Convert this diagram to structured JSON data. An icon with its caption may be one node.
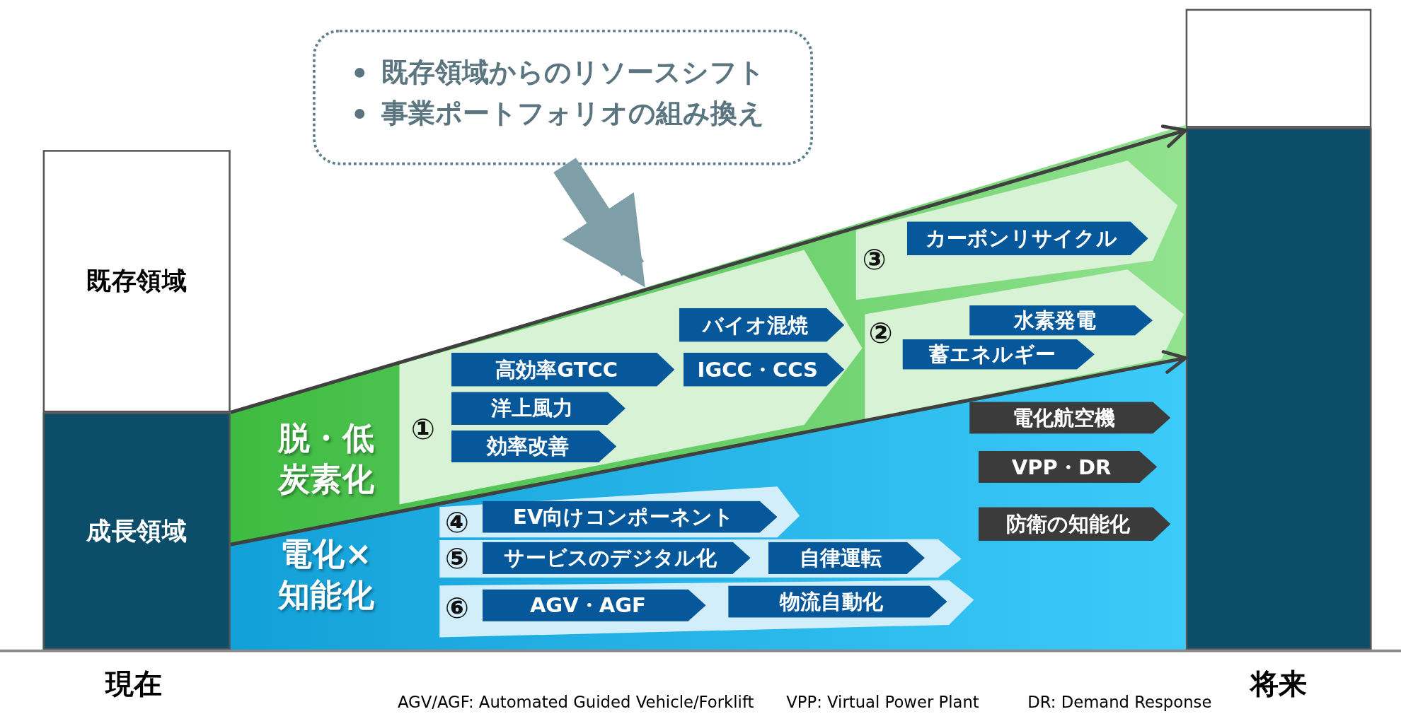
{
  "diagram": {
    "nodes": [
      {
        "text": [
          "既存領域"
        ]
      },
      {
        "text": [
          "成長領域"
        ]
      },
      {
        "text": [
          "既存領域からのリソースシフト",
          "事業ポートフォリオの組み換え"
        ]
      },
      {
        "text": [],
        "shape": "box"
      },
      {
        "text": [],
        "shape": "box"
      },
      {
        "text": [
          "脱・低炭素化"
        ]
      },
      {
        "text": [
          "①"
        ],
        "in": 5
      },
      {
        "text": [
          "高効率GTCC"
        ],
        "in": 6
      },
      {
        "text": [
          "バイオ混焼"
        ],
        "in": 6
      },
      {
        "text": [
          "洋上風力"
        ],
        "in": 6
      },
      {
        "text": [
          "IGCC・CCS"
        ],
        "in": 6
      },
      {
        "text": [
          "効率改善"
        ],
        "in": 6
      },
      {
        "text": [
          "③"
        ],
        "in": 5
      },
      {
        "text": [
          "カーボンリサイクル"
        ],
        "in": 12
      },
      {
        "text": [
          "②"
        ],
        "in": 5
      },
      {
        "text": [
          "水素発電"
        ],
        "in": 14
      },
      {
        "text": [
          "蓄エネルギー"
        ],
        "in": 14
      },
      {
        "text": [
          "電化×知能化"
        ]
      },
      {
        "text": [
          "電化航空機"
        ],
        "in": 17
      },
      {
        "text": [
          "④"
        ],
        "in": 17
      },
      {
        "text": [
          "EV向けコンポーネント"
        ],
        "in": 19
      },
      {
        "text": [
          "VPP・DR"
        ],
        "in": 17
      },
      {
        "text": [
          "⑤"
        ],
        "in": 17
      },
      {
        "text": [
          "サービスのデジタル化"
        ],
        "in": 22
      },
      {
        "text": [
          "自律運転"
        ],
        "in": 22
      },
      {
        "text": [
          "防衛の知能化"
        ],
        "in": 17
      },
      {
        "text": [
          "⑥"
        ],
        "in": 17
      },
      {
        "text": [
          "AGV・AGF"
        ],
        "in": 26
      },
      {
        "text": [
          "物流自動化"
        ],
        "in": 26
      }
    ],
    "edges": [
      {
        "from": 1,
        "to": 4,
        "arrow": "to"
      },
      {
        "from": 1,
        "to": 4,
        "arrow": "to"
      },
      {
        "from": 2,
        "to": 5,
        "arrow": "to",
        "style": "thick",
        "color": "#7f9fa8"
      }
    ],
    "labels": [
      "現在",
      "将来",
      "AGV/AGF: Automated Guided Vehicle/Forklift",
      "VPP: Virtual Power Plant",
      "DR: Demand Response"
    ]
  }
}
